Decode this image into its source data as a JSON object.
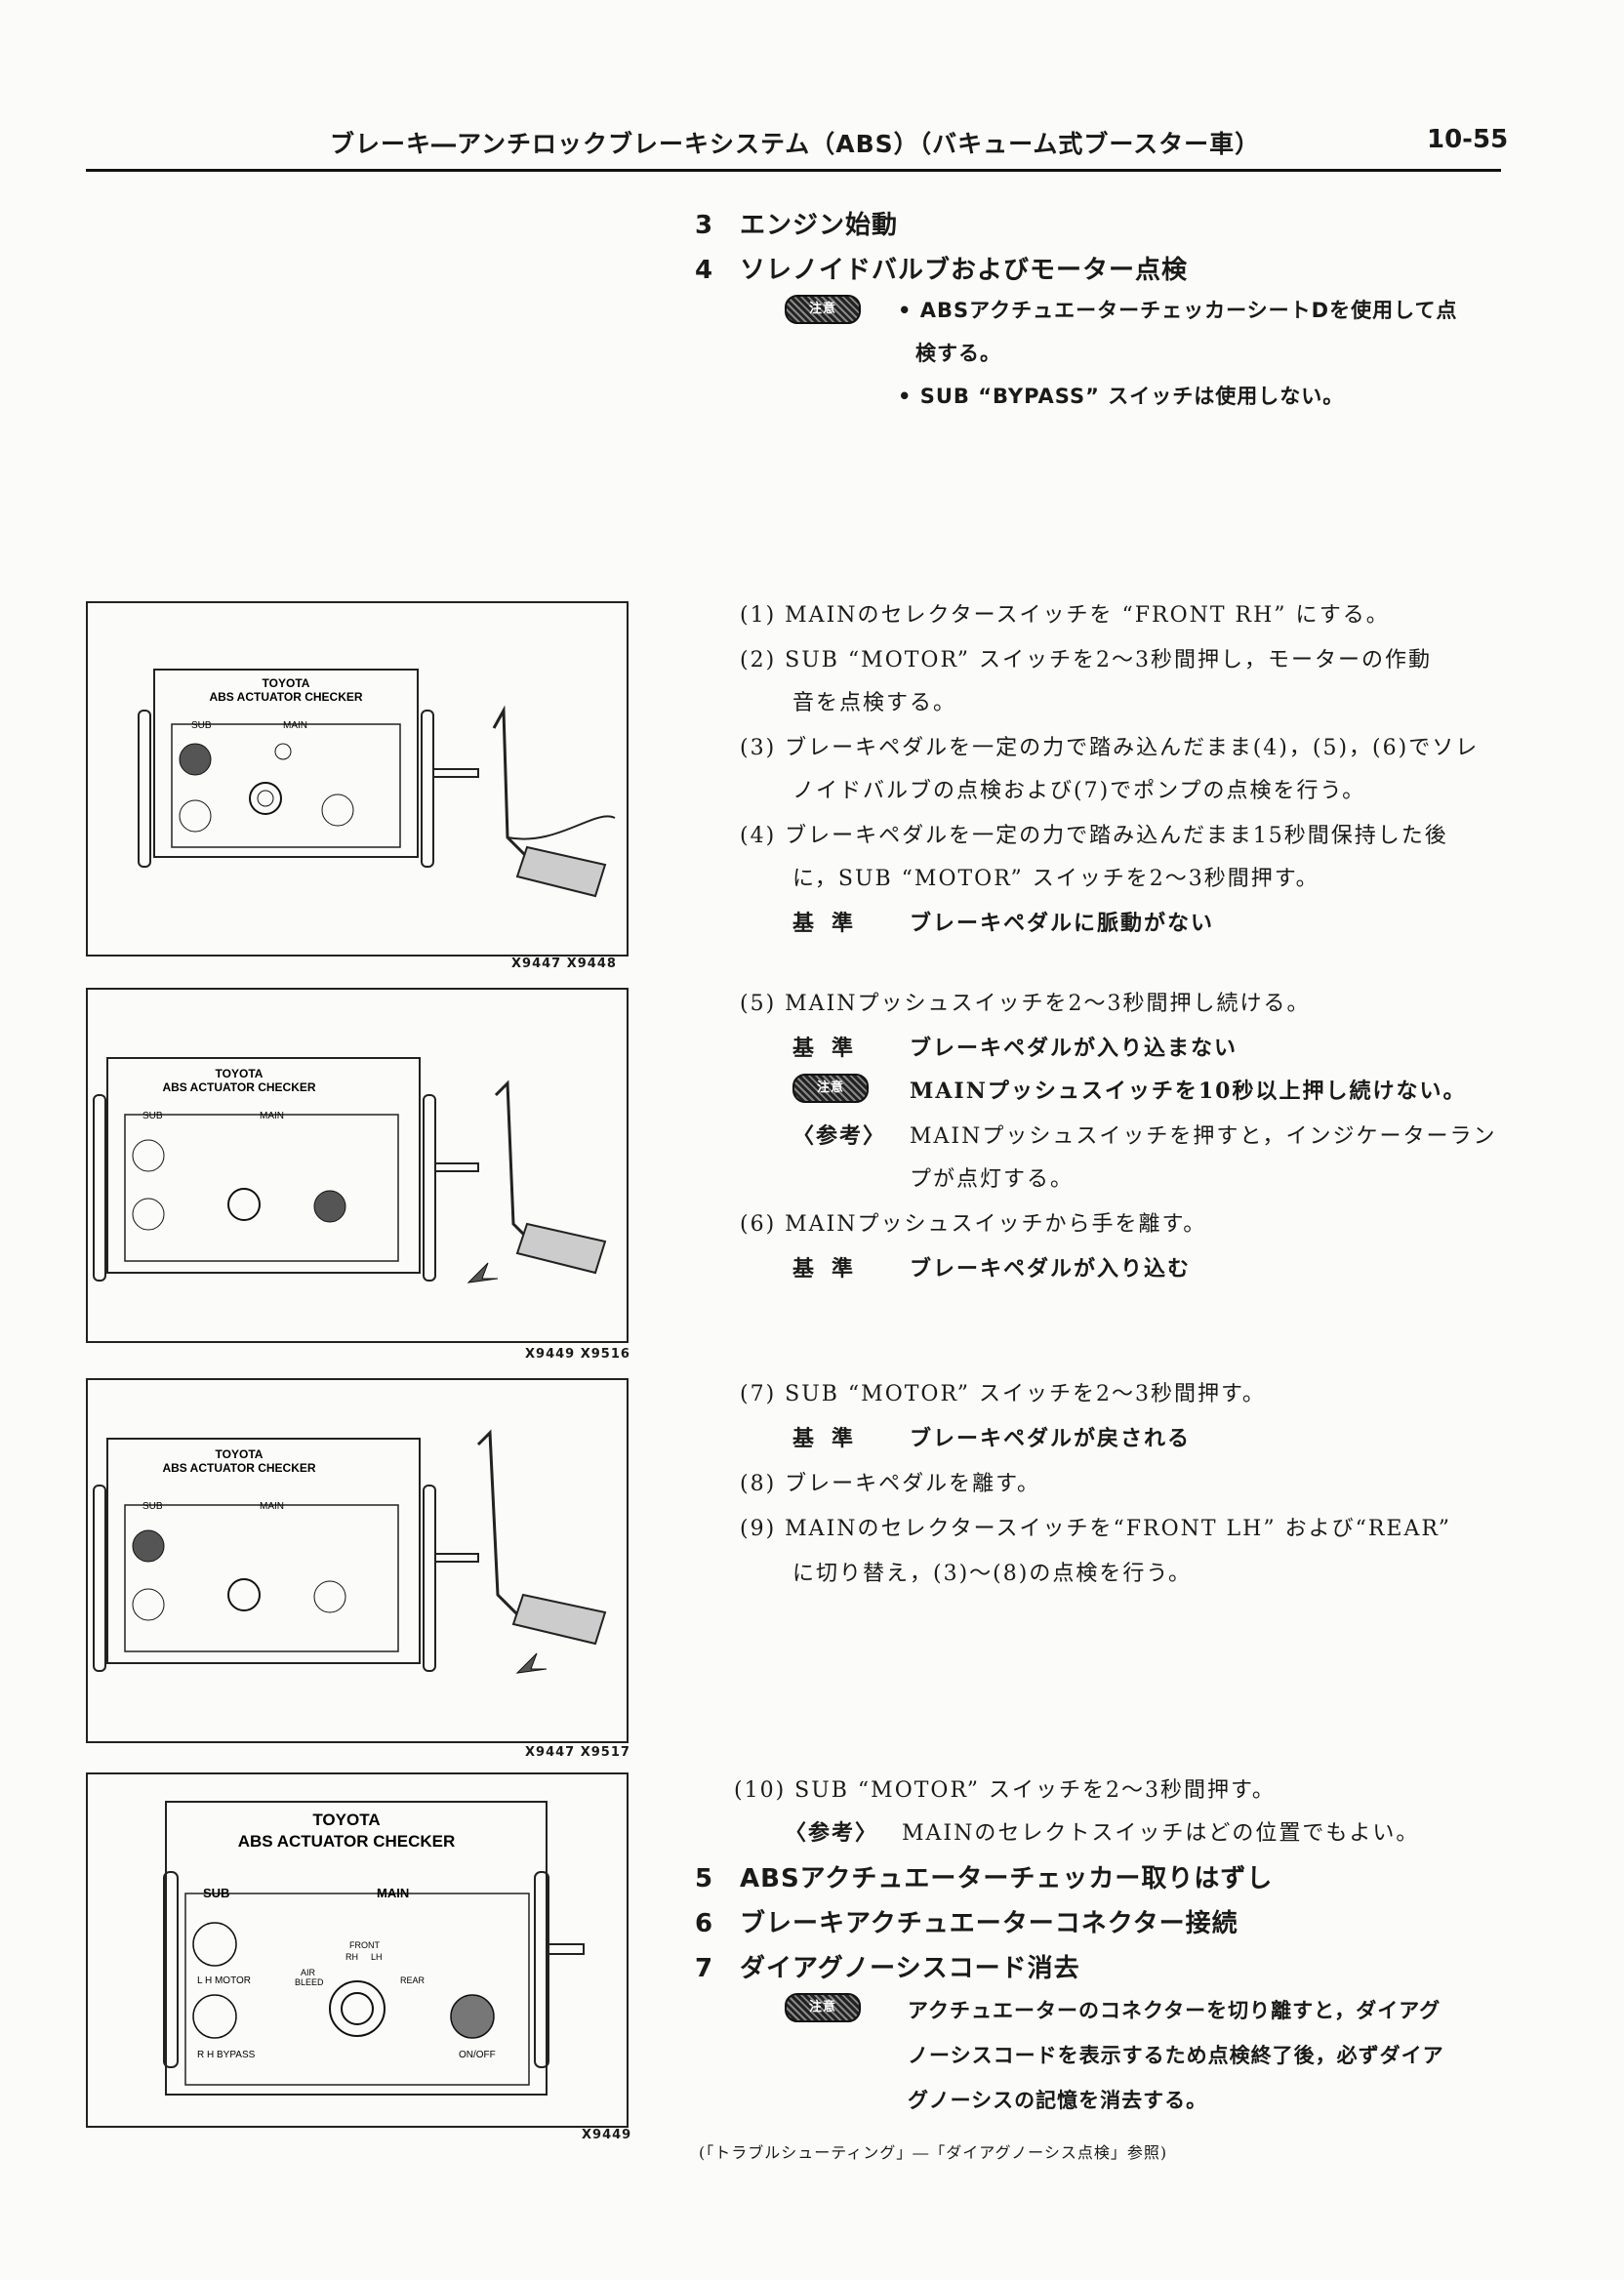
{
  "header": {
    "title": "ブレーキ―アンチロックブレーキシステム（ABS）（バキューム式ブースター車）",
    "page": "10-55"
  },
  "steps_top": [
    {
      "num": "3",
      "label": "エンジン始動"
    },
    {
      "num": "4",
      "label": "ソレノイドバルブおよびモーター点検"
    }
  ],
  "caution_badge": "注意",
  "step4_notes": {
    "note1_line1": "• ABSアクチュエーターチェッカーシートDを使用して点",
    "note1_line2": "検する。",
    "note2": "• SUB “BYPASS” スイッチは使用しない。"
  },
  "procedure": {
    "p1": "(1)  MAINのセレクタースイッチを “FRONT  RH” にする。",
    "p2a": "(2)  SUB “MOTOR” スイッチを2～3秒間押し，モーターの作動",
    "p2b": "音を点検する。",
    "p3a": "(3)  ブレーキペダルを一定の力で踏み込んだまま(4)，(5)，(6)でソレ",
    "p3b": "ノイドバルブの点検および(7)でポンプの点検を行う。",
    "p4a": "(4)  ブレーキペダルを一定の力で踏み込んだまま15秒間保持した後",
    "p4b": "に，SUB “MOTOR” スイッチを2～3秒間押す。",
    "p4_criteria_label": "基準",
    "p4_criteria": "ブレーキペダルに脈動がない",
    "p5": "(5)  MAINプッシュスイッチを2～3秒間押し続ける。",
    "p5_criteria_label": "基準",
    "p5_criteria": "ブレーキペダルが入り込まない",
    "p5_caution": "MAINプッシュスイッチを10秒以上押し続けない。",
    "p5_ref_label": "〈参考〉",
    "p5_ref_a": "MAINプッシュスイッチを押すと，インジケーターラン",
    "p5_ref_b": "プが点灯する。",
    "p6": "(6)  MAINプッシュスイッチから手を離す。",
    "p6_criteria_label": "基準",
    "p6_criteria": "ブレーキペダルが入り込む",
    "p7": "(7)  SUB “MOTOR” スイッチを2～3秒間押す。",
    "p7_criteria_label": "基準",
    "p7_criteria": "ブレーキペダルが戻される",
    "p8": "(8)  ブレーキペダルを離す。",
    "p9a": "(9)  MAINのセレクタースイッチを“FRONT  LH” および“REAR”",
    "p9b": "に切り替え，(3)～(8)の点検を行う。",
    "p10": "(10)  SUB “MOTOR” スイッチを2～3秒間押す。",
    "p10_ref_label": "〈参考〉",
    "p10_ref": "MAINのセレクトスイッチはどの位置でもよい。"
  },
  "steps_bottom": [
    {
      "num": "5",
      "label": "ABSアクチュエーターチェッカー取りはずし"
    },
    {
      "num": "6",
      "label": "ブレーキアクチュエーターコネクター接続"
    },
    {
      "num": "7",
      "label": "ダイアグノーシスコード消去"
    }
  ],
  "step7_note": {
    "a": "アクチュエーターのコネクターを切り離すと，ダイアグ",
    "b": "ノーシスコードを表示するため点検終了後，必ずダイア",
    "c": "グノーシスの記憶を消去する。"
  },
  "footnote": "(「トラブルシューティング」―「ダイアグノーシス点検」参照)",
  "checker": {
    "brand": "TOYOTA",
    "name": "ABS ACTUATOR CHECKER",
    "sub": "SUB",
    "main": "MAIN",
    "lh_motor": "L H  MOTOR",
    "rh_bypass": "R H  BYPASS",
    "front": "FRONT",
    "rh": "RH",
    "lh": "LH",
    "air_bleed_1": "AIR",
    "air_bleed_2": "BLEED",
    "rear": "REAR",
    "onoff": "ON/OFF"
  },
  "figures": [
    {
      "code": "X9447   X9448"
    },
    {
      "code": "X9449   X9516"
    },
    {
      "code": "X9447   X9517"
    },
    {
      "code": "X9449"
    }
  ]
}
